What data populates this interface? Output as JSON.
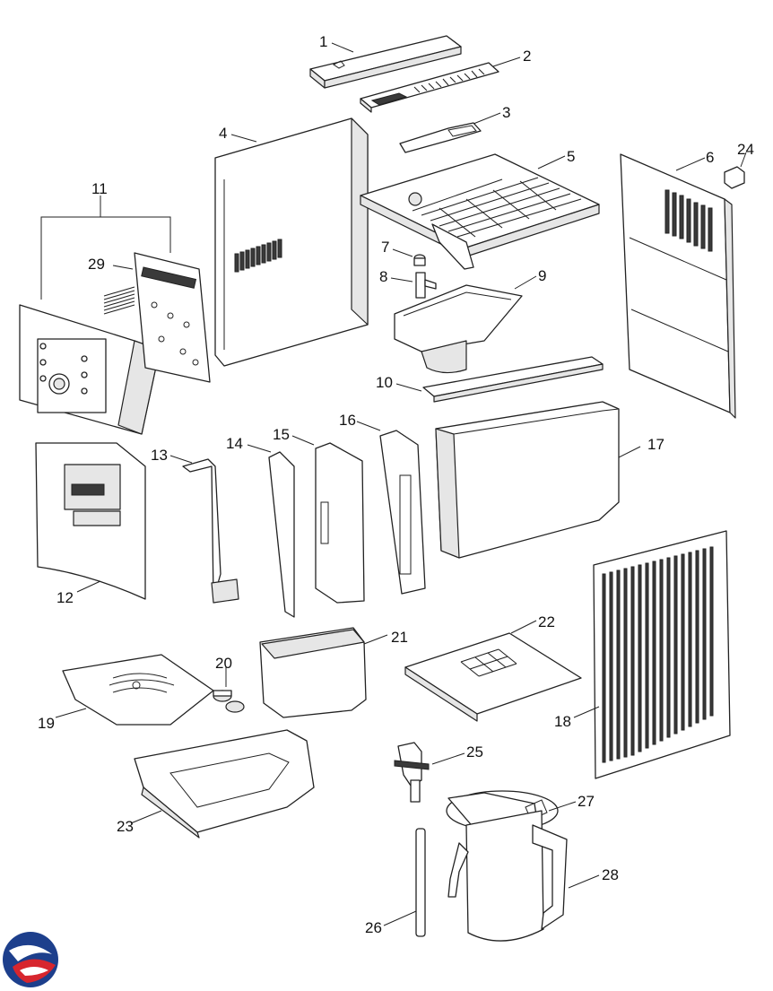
{
  "callouts": {
    "c1": "1",
    "c2": "2",
    "c3": "3",
    "c4": "4",
    "c5": "5",
    "c6": "6",
    "c7": "7",
    "c8": "8",
    "c9": "9",
    "c10": "10",
    "c11": "11",
    "c12": "12",
    "c13": "13",
    "c14": "14",
    "c15": "15",
    "c16": "16",
    "c17": "17",
    "c18": "18",
    "c19": "19",
    "c20": "20",
    "c21": "21",
    "c22": "22",
    "c23": "23",
    "c24": "24",
    "c25": "25",
    "c26": "26",
    "c27": "27",
    "c28": "28",
    "c29": "29"
  },
  "colors": {
    "logo_blue": "#1d3f8c",
    "logo_red": "#d7262e",
    "line": "#222222"
  }
}
